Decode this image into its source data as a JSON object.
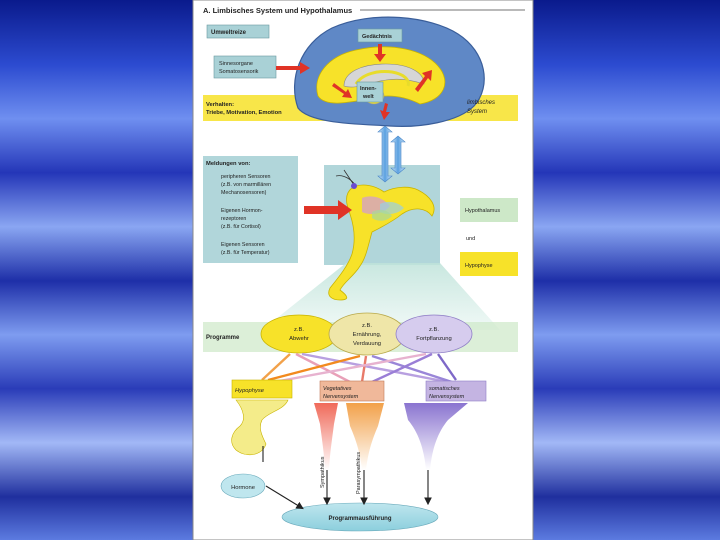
{
  "figure": {
    "title": "A. Limbisches System und Hypothalamus",
    "umweltreize": "Umweltreize",
    "gedaechtnis": "Gedächtnis",
    "sinnesorgane": [
      "Sinnesorgane",
      "Somatosensorik"
    ],
    "innenwelt": [
      "Innen-",
      "welt"
    ],
    "verhalten": [
      "Verhalten:",
      "Triebe, Motivation, Emotion"
    ],
    "limbisches_system": [
      "limbisches",
      "System"
    ],
    "meldungen_title": "Meldungen von:",
    "meldungen_1": [
      "peripheren Sensoren",
      "(z.B. von marmillären",
      "Mechanosensoren)"
    ],
    "meldungen_2": [
      "Eigenen Hormon-",
      "rezeptoren",
      "(z.B. für Cortisol)"
    ],
    "meldungen_3": [
      "Eigenen Sensoren",
      "(z.B. für Temperatur)"
    ],
    "hypothalamus": "Hypothalamus",
    "und": "und",
    "hypophyse_right": "Hypophyse",
    "programme": "Programme",
    "prog_1": [
      "z.B.",
      "Abwehr"
    ],
    "prog_2": [
      "z.B.",
      "Ernährung,",
      "Verdauung"
    ],
    "prog_3": [
      "z.B.",
      "Fortpflanzung"
    ],
    "hypophyse_box": "Hypophyse",
    "vegetatives": [
      "Vegetatives",
      "Nervensystem"
    ],
    "somatisches": [
      "somatisches",
      "Nervensystem"
    ],
    "sympathikus": "Sympathikus",
    "parasympathikus": "Parasympathikus",
    "hormone": "Hormone",
    "programmausfuehrung": "Programmausführung"
  },
  "colors": {
    "yellow": "#f7e229",
    "green_box": "#cde8c8",
    "teal_box": "#a9d1d6",
    "purple_box": "#c4b4e2",
    "brain_blue": "#5f88c6",
    "red": "#e03326",
    "orange": "#f28a1e"
  }
}
